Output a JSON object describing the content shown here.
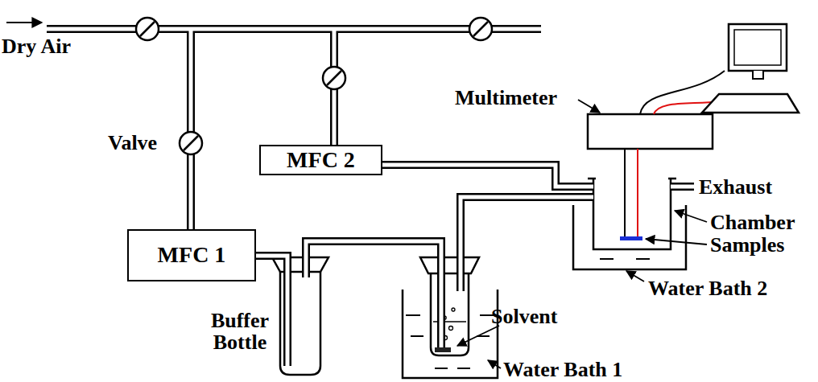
{
  "diagram": {
    "nodes": [
      {
        "text": [
          "MFC 2"
        ]
      },
      {
        "text": [
          "MFC 1"
        ]
      }
    ],
    "labels": [
      "Dry Air",
      "Multimeter",
      "Valve",
      "Exhaust",
      "Chamber",
      "Samples",
      "Water Bath 2",
      "Buffer Bottle",
      "Solvent",
      "Water Bath 1"
    ]
  }
}
